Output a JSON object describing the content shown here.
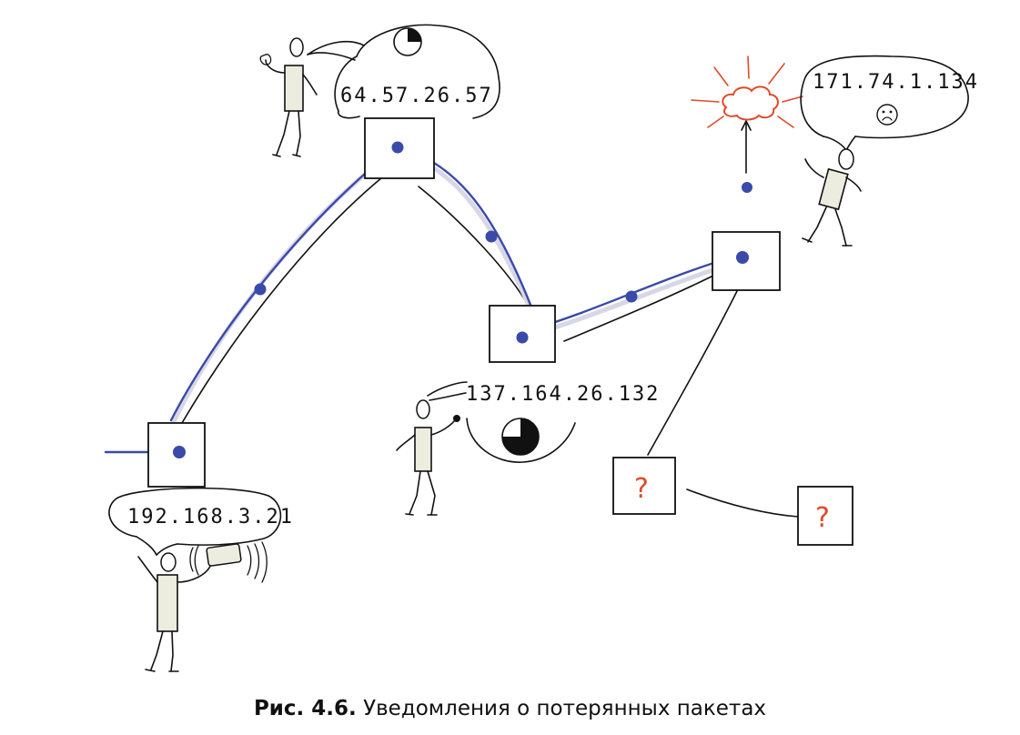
{
  "caption": {
    "figure_label": "Рис. 4.6.",
    "text": "Уведомления о потерянных пакетах"
  },
  "routers": [
    {
      "ip": "192.168.3.21"
    },
    {
      "ip": "64.57.26.57"
    },
    {
      "ip": "137.164.26.132"
    },
    {
      "ip": "171.74.1.134"
    }
  ],
  "unknown_nodes": [
    "?",
    "?"
  ],
  "colors": {
    "route": "#3a4aa8",
    "lost": "#e04a2a",
    "ink": "#111111"
  },
  "icons": [
    "pie-clock-icon",
    "sad-face-icon",
    "explosion-cloud-icon",
    "phone-icon"
  ]
}
